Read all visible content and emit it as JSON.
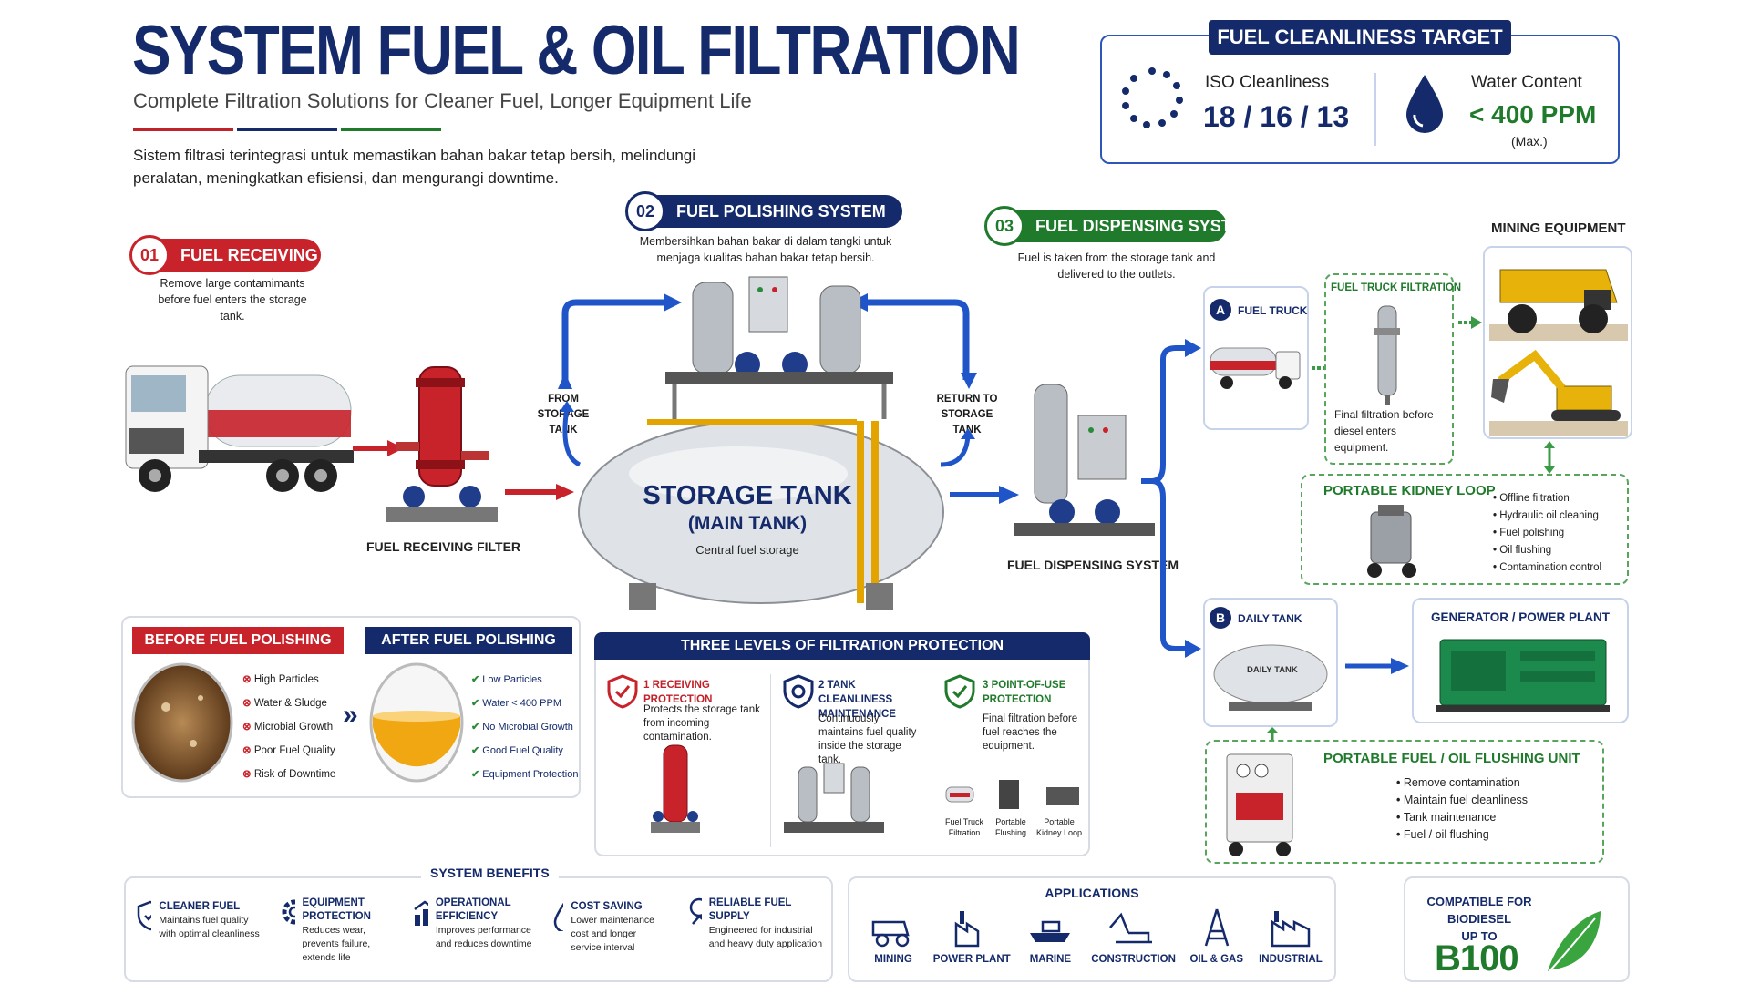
{
  "header": {
    "title": "SYSTEM FUEL & OIL FILTRATION",
    "subtitle": "Complete Filtration Solutions for Cleaner Fuel, Longer Equipment Life",
    "description": "Sistem filtrasi terintegrasi untuk memastikan bahan bakar tetap bersih, melindungi peralatan, meningkatkan efisiensi, dan mengurangi downtime."
  },
  "target": {
    "title": "FUEL CLEANLINESS TARGET",
    "iso_label": "ISO Cleanliness",
    "iso_value": "18 / 16 / 13",
    "water_label": "Water Content",
    "water_value": "< 400 PPM",
    "water_note": "(Max.)"
  },
  "step1": {
    "num": "01",
    "title": "FUEL RECEIVING",
    "text": "Remove large contamimants before fuel enters the storage tank.",
    "filter_label": "FUEL RECEIVING FILTER"
  },
  "step2": {
    "num": "02",
    "title": "FUEL POLISHING SYSTEM",
    "text": "Membersihkan bahan bakar di dalam tangki untuk menjaga kualitas bahan bakar tetap bersih.",
    "from_label": "FROM STORAGE TANK",
    "return_label": "RETURN TO STORAGE TANK"
  },
  "tank": {
    "title": "STORAGE TANK",
    "subtitle": "(MAIN TANK)",
    "caption": "Central fuel storage"
  },
  "step3": {
    "num": "03",
    "title": "FUEL DISPENSING SYSTEM",
    "text": "Fuel is taken from the storage tank and delivered to the outlets.",
    "dispense_label": "FUEL DISPENSING SYSTEM"
  },
  "branchA": {
    "letter": "A",
    "title": "FUEL TRUCK"
  },
  "truck_filtration": {
    "title": "FUEL TRUCK FILTRATION",
    "text": "Final filtration before diesel enters equipment."
  },
  "mining": {
    "title": "MINING EQUIPMENT"
  },
  "kidney": {
    "title": "PORTABLE KIDNEY LOOP",
    "items": [
      "Offline filtration",
      "Hydraulic oil cleaning",
      "Fuel polishing",
      "Oil flushing",
      "Contamination control"
    ]
  },
  "branchB": {
    "letter": "B",
    "title": "DAILY TANK",
    "tank_text": "DAILY TANK"
  },
  "generator": {
    "title": "GENERATOR / POWER PLANT"
  },
  "flushing": {
    "title": "PORTABLE FUEL / OIL FLUSHING UNIT",
    "items": [
      "Remove contamination",
      "Maintain fuel cleanliness",
      "Tank maintenance",
      "Fuel / oil flushing"
    ]
  },
  "before": {
    "title": "BEFORE FUEL POLISHING",
    "items": [
      "High Particles",
      "Water & Sludge",
      "Microbial Growth",
      "Poor Fuel Quality",
      "Risk of Downtime"
    ]
  },
  "after": {
    "title": "AFTER FUEL POLISHING",
    "items": [
      "Low Particles",
      "Water < 400 PPM",
      "No Microbial Growth",
      "Good Fuel Quality",
      "Equipment Protection"
    ]
  },
  "levels": {
    "title": "THREE LEVELS OF FILTRATION PROTECTION",
    "l1": {
      "title": "1 RECEIVING PROTECTION",
      "text": "Protects the storage tank from incoming contamination."
    },
    "l2": {
      "title": "2 TANK CLEANLINESS MAINTENANCE",
      "text": "Continuously maintains fuel quality inside the storage tank."
    },
    "l3": {
      "title": "3 POINT-OF-USE PROTECTION",
      "text": "Final filtration before fuel reaches the equipment.",
      "mini": [
        "Fuel Truck Filtration",
        "Portable Flushing",
        "Portable Kidney Loop"
      ]
    }
  },
  "benefits": {
    "title": "SYSTEM BENEFITS",
    "items": [
      {
        "title": "CLEANER FUEL",
        "text": "Maintains fuel quality with optimal cleanliness",
        "icon": "shield-check-icon"
      },
      {
        "title": "EQUIPMENT PROTECTION",
        "text": "Reduces wear, prevents failure, extends life",
        "icon": "gear-icon"
      },
      {
        "title": "OPERATIONAL EFFICIENCY",
        "text": "Improves performance and reduces downtime",
        "icon": "chart-up-icon"
      },
      {
        "title": "COST SAVING",
        "text": "Lower maintenance cost and longer service interval",
        "icon": "drop-icon"
      },
      {
        "title": "RELIABLE FUEL SUPPLY",
        "text": "Engineered for industrial and heavy duty application",
        "icon": "fuel-supply-icon"
      }
    ]
  },
  "applications": {
    "title": "APPLICATIONS",
    "items": [
      "MINING",
      "POWER PLANT",
      "MARINE",
      "CONSTRUCTION",
      "OIL & GAS",
      "INDUSTRIAL"
    ]
  },
  "biodiesel": {
    "line1": "COMPATIBLE FOR",
    "line2": "BIODIESEL",
    "line3": "UP TO",
    "value": "B100"
  },
  "colors": {
    "navy": "#142a6b",
    "red": "#c0222a",
    "green": "#1f7a2b",
    "blue": "#1f55c8"
  }
}
